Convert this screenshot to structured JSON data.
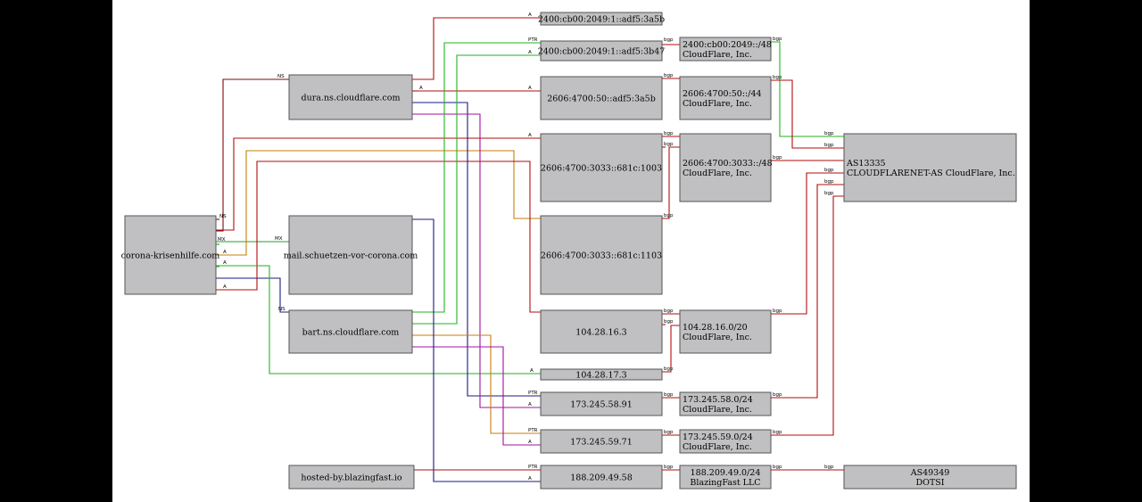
{
  "colors": {
    "a": "#b00d0d",
    "ptr": "#22b322",
    "ns": "#7a0a0a",
    "mx": "#22a022",
    "navy": "#1a1a80",
    "orange": "#c87d0a",
    "purple": "#a010a0",
    "teal": "#0b6d6d",
    "olive": "#8a8a10",
    "node_fill": "#c0bfc1",
    "node_stroke": "#555555"
  },
  "nodes": {
    "n1": {
      "lines": [
        "corona-krisenhilfe.com"
      ]
    },
    "n2": {
      "lines": [
        "dura.ns.cloudflare.com"
      ]
    },
    "n3": {
      "lines": [
        "mail.schuetzen-vor-corona.com"
      ]
    },
    "n4": {
      "lines": [
        "bart.ns.cloudflare.com"
      ]
    },
    "n5": {
      "lines": [
        "hosted-by.blazingfast.io"
      ]
    },
    "n6": {
      "lines": [
        "2400:cb00:2049:1::adf5:3a5b"
      ]
    },
    "n7": {
      "lines": [
        "2400:cb00:2049:1::adf5:3b47"
      ]
    },
    "n8": {
      "lines": [
        "2606:4700:50::adf5:3a5b"
      ]
    },
    "n9": {
      "lines": [
        "2606:4700:3033::681c:1003"
      ]
    },
    "n10": {
      "lines": [
        "2606:4700:3033::681c:1103"
      ]
    },
    "n11": {
      "lines": [
        "104.28.16.3"
      ]
    },
    "n12": {
      "lines": [
        "104.28.17.3"
      ]
    },
    "n13": {
      "lines": [
        "173.245.58.91"
      ]
    },
    "n14": {
      "lines": [
        "173.245.59.71"
      ]
    },
    "n15": {
      "lines": [
        "188.209.49.58"
      ]
    },
    "n16": {
      "lines": [
        "2400:cb00:2049::/48",
        "CloudFlare, Inc."
      ]
    },
    "n17": {
      "lines": [
        "2606:4700:50::/44",
        "CloudFlare, Inc."
      ]
    },
    "n18": {
      "lines": [
        "2606:4700:3033::/48",
        "CloudFlare, Inc."
      ]
    },
    "n19": {
      "lines": [
        "104.28.16.0/20",
        "CloudFlare, Inc."
      ]
    },
    "n20": {
      "lines": [
        "173.245.58.0/24",
        "CloudFlare, Inc."
      ]
    },
    "n21": {
      "lines": [
        "173.245.59.0/24",
        "CloudFlare, Inc."
      ]
    },
    "n22": {
      "lines": [
        "188.209.49.0/24",
        "BlazingFast LLC"
      ]
    },
    "n23": {
      "lines": [
        "AS13335",
        "CLOUDFLARENET-AS CloudFlare, Inc."
      ]
    },
    "n24": {
      "lines": [
        "AS49349",
        "DOTSI"
      ]
    }
  },
  "edge_labels": {
    "a": "A",
    "ns": "NS",
    "mx": "MX",
    "ptr": "PTR",
    "bgp": "bgp"
  }
}
